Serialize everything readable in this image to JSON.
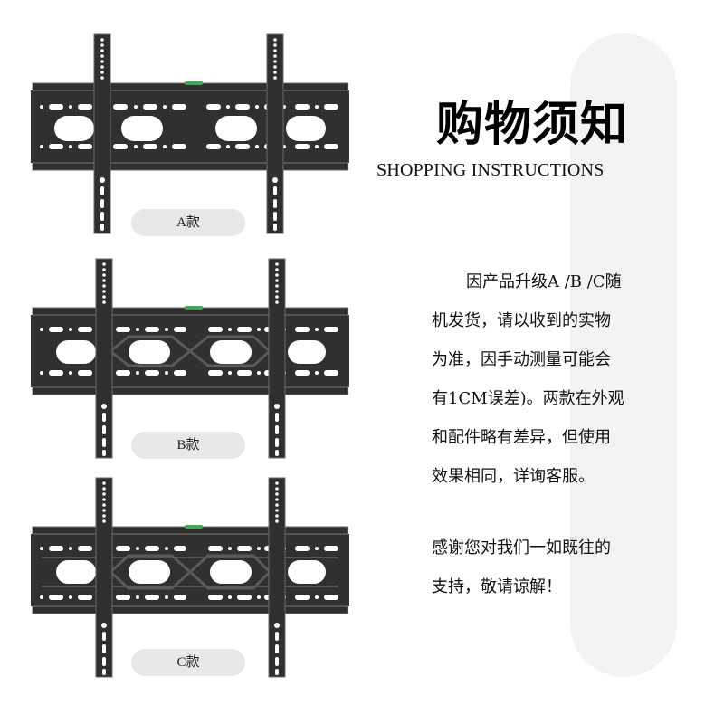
{
  "header": {
    "title_zh": "购物须知",
    "title_en": "SHOPPING INSTRUCTIONS"
  },
  "notice": {
    "lines": [
      "因产品升级A /B /C随",
      "机发货，请以收到的实物",
      "为准，因手动测量可能会",
      "有1CM误差)。两款在外观",
      "和配件略有差异，但使用",
      "效果相同，详询客服。"
    ]
  },
  "thanks": {
    "lines": [
      "感谢您对我们一如既往的",
      "支持，敬请谅解！"
    ]
  },
  "variants": [
    {
      "label": "A款",
      "style": "plain"
    },
    {
      "label": "B款",
      "style": "hexagon"
    },
    {
      "label": "C款",
      "style": "hexagon-slots"
    }
  ],
  "colors": {
    "bracket": "#2f2f2f",
    "bracket_edge": "#6a6a6a",
    "level": "#3faa55",
    "pill_gray": "#f3f3f3",
    "label_gray": "#e8e8e8"
  }
}
